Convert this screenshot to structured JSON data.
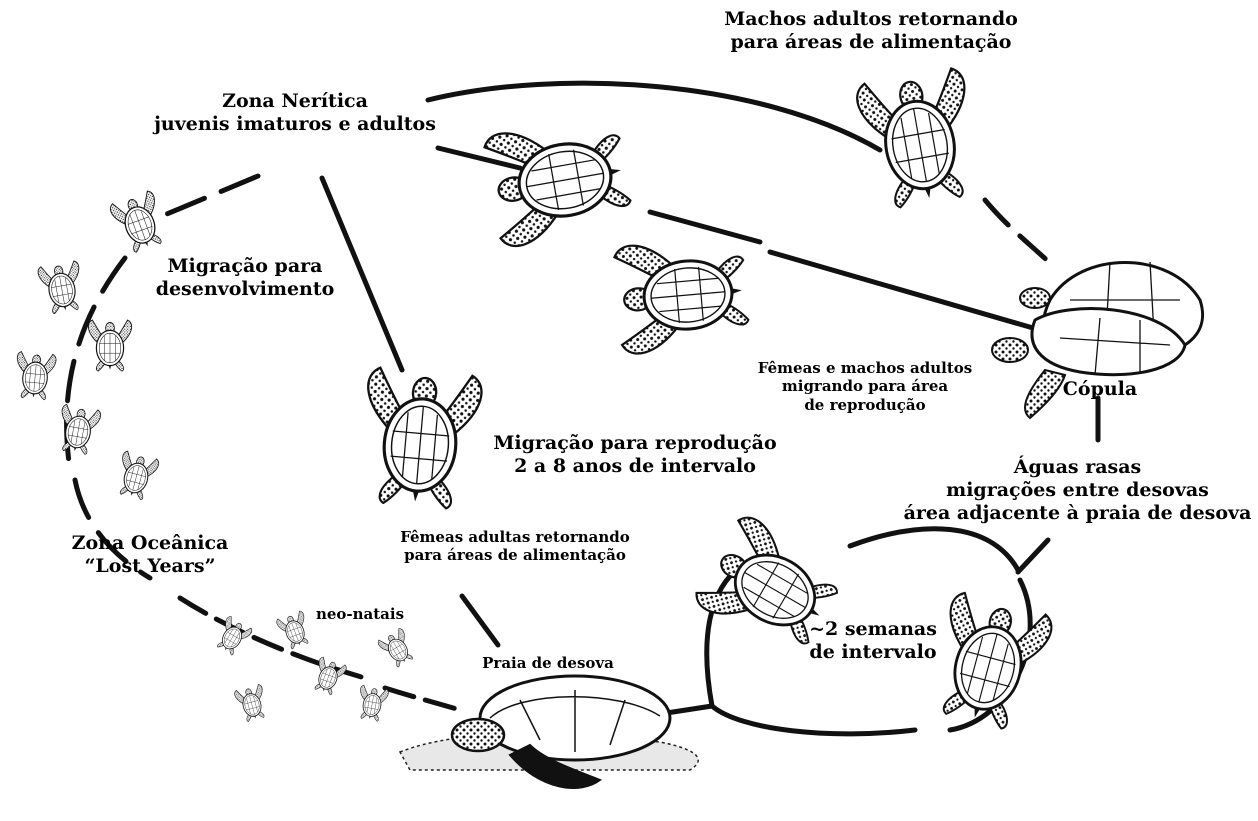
{
  "labels": {
    "machos_retornando": [
      "Machos adultos retornando",
      "para áreas de alimentação"
    ],
    "zona_neritica": [
      "Zona Nerítica",
      "juvenis imaturos e adultos"
    ],
    "migracao_desenvolvimento": [
      "Migração para",
      "desenvolvimento"
    ],
    "femeas_machos_migrando": [
      "Fêmeas e machos adultos",
      "migrando para área",
      "de reprodução"
    ],
    "copula": "Cópula",
    "migracao_reproducao": [
      "Migração para reprodução",
      "2 a 8 anos de intervalo"
    ],
    "aguas_rasas": [
      "Águas rasas",
      "migrações entre desovas",
      "área adjacente à praia de desova"
    ],
    "zona_oceanica": [
      "Zona Oceânica",
      "“Lost Years”"
    ],
    "femeas_retornando": [
      "Fêmeas adultas retornando",
      "para áreas de alimentação"
    ],
    "neo_natais": "neo-natais",
    "semanas_intervalo": [
      "~2 semanas",
      "de intervalo"
    ],
    "praia_desova": "Praia de desova"
  },
  "colors": {
    "ink": "#111111",
    "shell": "#ffffff"
  }
}
